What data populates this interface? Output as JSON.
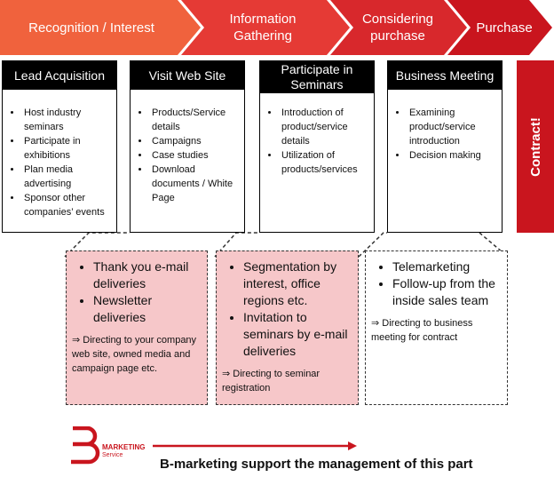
{
  "stages": [
    {
      "label": "Recognition / Interest",
      "color": "#f0623d"
    },
    {
      "label": "Information Gathering",
      "color": "#e53a35"
    },
    {
      "label": "Considering purchase",
      "color": "#d8282c"
    },
    {
      "label": "Purchase",
      "color": "#c9151e"
    }
  ],
  "cards": [
    {
      "title": "Lead Acquisition",
      "items": [
        "Host industry seminars",
        "Participate in exhibitions",
        "Plan media advertising",
        "Sponsor other companies’ events"
      ]
    },
    {
      "title": "Visit Web Site",
      "items": [
        "Products/Service details",
        "Campaigns",
        "Case studies",
        "Download documents / White Page"
      ]
    },
    {
      "title": "Participate in Seminars",
      "items": [
        "Introduction of product/service details",
        "Utilization of products/services"
      ]
    },
    {
      "title": "Business Meeting",
      "items": [
        "Examining product/service introduction",
        "Decision making"
      ]
    }
  ],
  "contract_label": "Contract!",
  "support_boxes": [
    {
      "items": [
        "Thank you e-mail deliveries",
        "Newsletter deliveries"
      ],
      "note": "⇒ Directing to your company web site, owned media and campaign page etc."
    },
    {
      "items": [
        "Segmentation by interest, office regions etc.",
        "Invitation to seminars by e-mail deliveries"
      ],
      "note": "⇒ Directing to seminar registration"
    },
    {
      "items": [
        "Telemarketing",
        "Follow-up from the inside sales team"
      ],
      "note": "⇒ Directing to business meeting for contract"
    }
  ],
  "footer": {
    "brand": "MARKETING",
    "brand_sub": "Service",
    "caption": "B-marketing support the management of this part"
  },
  "colors": {
    "brand_red": "#c9151e",
    "pink_fill": "#f6c7c9"
  }
}
